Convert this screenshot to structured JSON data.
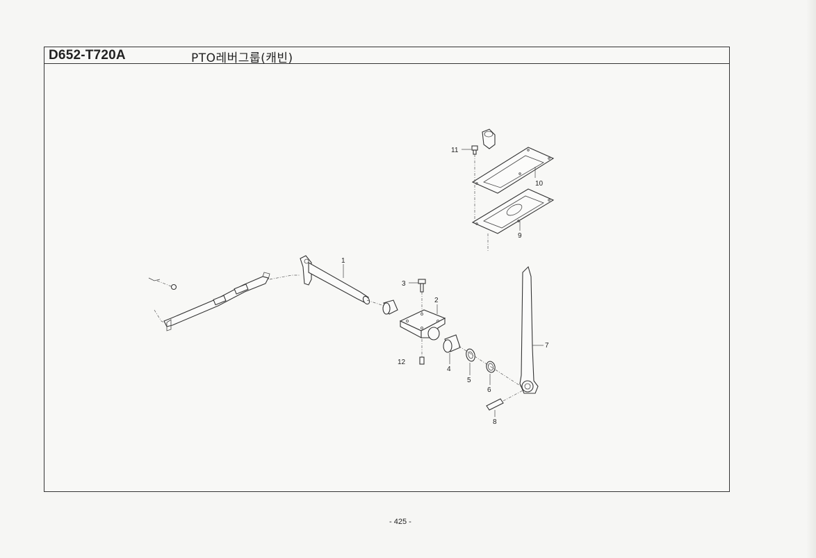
{
  "header": {
    "code": "D652-T720A",
    "title": "PTO레버그룹(캐빈)"
  },
  "page_number": "- 425 -",
  "callouts": [
    {
      "id": "c1",
      "label": "1"
    },
    {
      "id": "c2",
      "label": "2"
    },
    {
      "id": "c3",
      "label": "3"
    },
    {
      "id": "c4",
      "label": "4"
    },
    {
      "id": "c5",
      "label": "5"
    },
    {
      "id": "c6",
      "label": "6"
    },
    {
      "id": "c7",
      "label": "7"
    },
    {
      "id": "c8",
      "label": "8"
    },
    {
      "id": "c9",
      "label": "9"
    },
    {
      "id": "c10",
      "label": "10"
    },
    {
      "id": "c11",
      "label": "11"
    },
    {
      "id": "c12",
      "label": "12"
    }
  ]
}
